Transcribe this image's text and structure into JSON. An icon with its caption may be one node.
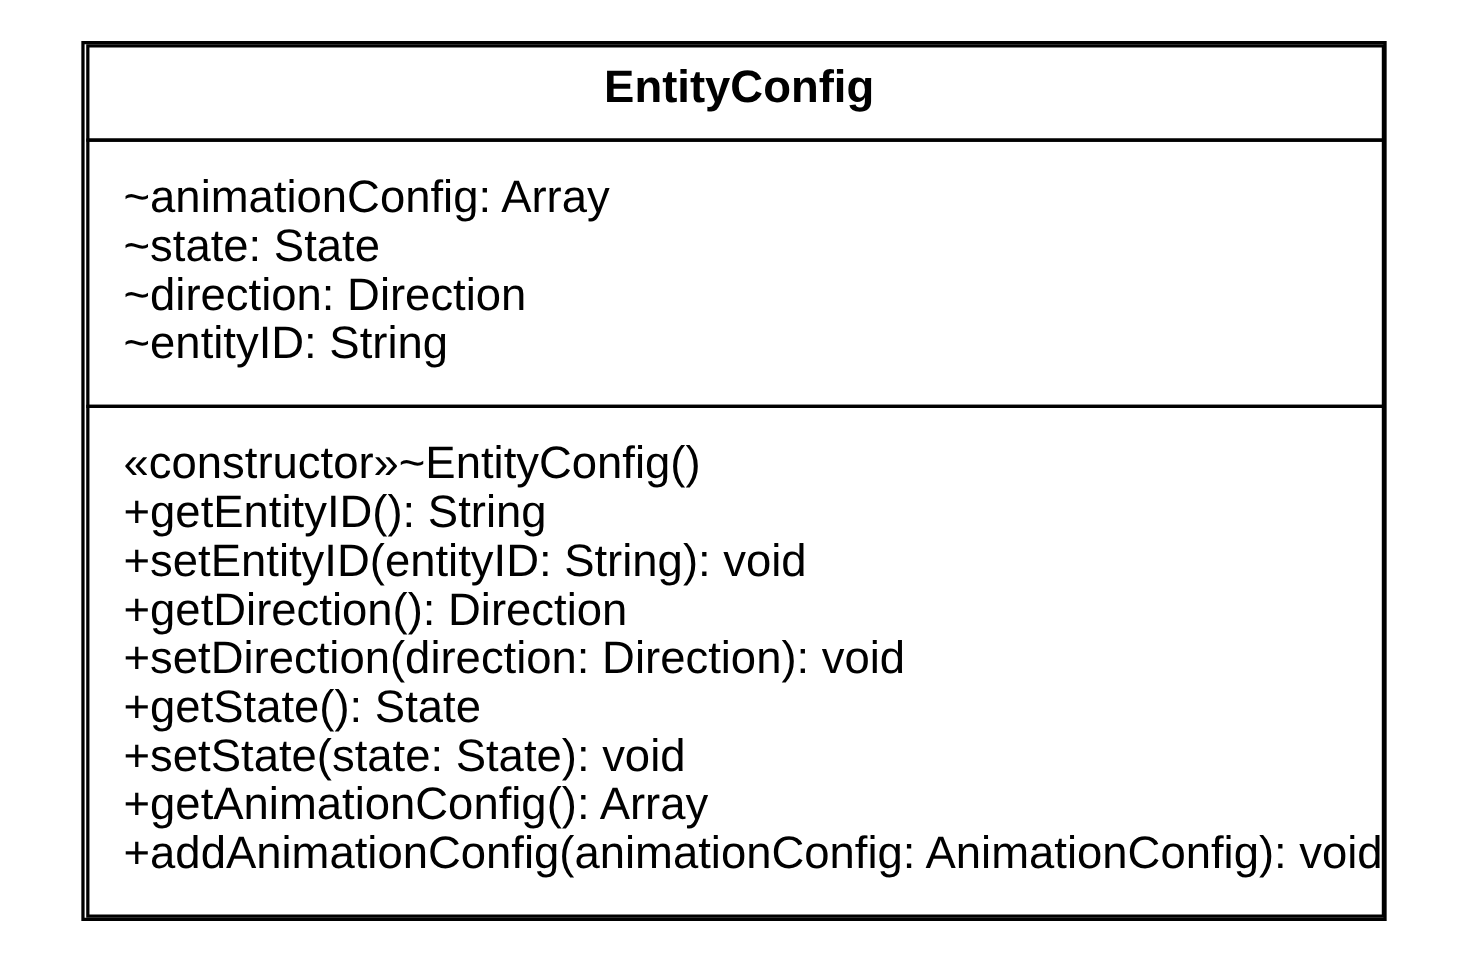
{
  "diagram": {
    "nodes": [
      {
        "text": [
          "EntityConfig",
          "~animationConfig: Array",
          "~state: State",
          "~direction: Direction",
          "~entityID: String",
          "«constructor»~EntityConfig()",
          "+getEntityID(): String",
          "+setEntityID(entityID: String): void",
          "+getDirection(): Direction",
          "+setDirection(direction: Direction): void",
          "+getState(): State",
          "+setState(state: State): void",
          "+getAnimationConfig(): Array",
          "+addAnimationConfig(animationConfig: AnimationConfig): void"
        ]
      }
    ],
    "edges": []
  }
}
